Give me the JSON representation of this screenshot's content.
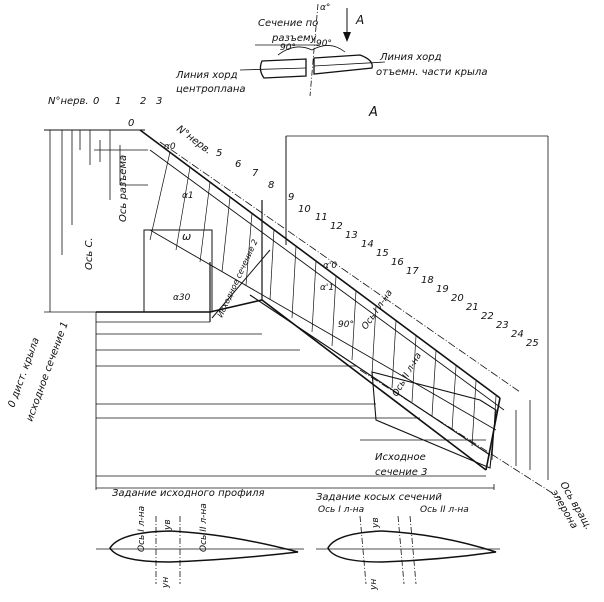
{
  "view_label": "A",
  "arrow_label": "A",
  "inset": {
    "section_label": [
      "Сечение по",
      "разъему"
    ],
    "angle_small": "α°",
    "angle_left": "90°",
    "angle_right": "90°",
    "chord_left": [
      "Линия хорд",
      "центроплана"
    ],
    "chord_right": [
      "Линия хорд",
      "отъемн. части крыла"
    ]
  },
  "rib_header": "N°нерв.",
  "rib_top_numbers": [
    "0",
    "1",
    "2",
    "3"
  ],
  "rib_zero": "0",
  "rib_diag_header": "N°нерв.",
  "rib_diag_numbers": [
    "5",
    "6",
    "7",
    "8",
    "9",
    "10",
    "11",
    "12",
    "13",
    "14",
    "15",
    "16",
    "17",
    "18",
    "19",
    "20",
    "21",
    "22",
    "23",
    "24",
    "25"
  ],
  "labels": {
    "os_razema": "Ось разъема",
    "os_c": "Ось С.",
    "omega": "ω",
    "alpha0": "α0",
    "alpha1": "α1",
    "alpha0p": "α'0",
    "alpha1p": "α'1",
    "alpha30": "α30",
    "iskhodnoe2": "Исходное сечение 2",
    "deg90": "90°",
    "os_I": "Ось I л-на",
    "os_II": "Ось II л-на",
    "iskhodnoe3_a": "Исходное",
    "iskhodnoe3_b": "сечение 3",
    "dist_a": "0 дист. крыла",
    "dist_b": "исходное сечение 1",
    "aileron_a": "Ось вращ.",
    "aileron_b": "элерона",
    "zadanie_ish": "Задание исходного профиля",
    "zadanie_kos": "Задание косых сечений"
  },
  "profile_left": {
    "os_I": "Ось I л-на",
    "os_II": "Ось II л-на",
    "yv": "yв",
    "yn": "yн"
  },
  "profile_right": {
    "os_I": "Ось I л-на",
    "os_II": "Ось II л-на",
    "yv": "yв",
    "yn": "yн"
  }
}
